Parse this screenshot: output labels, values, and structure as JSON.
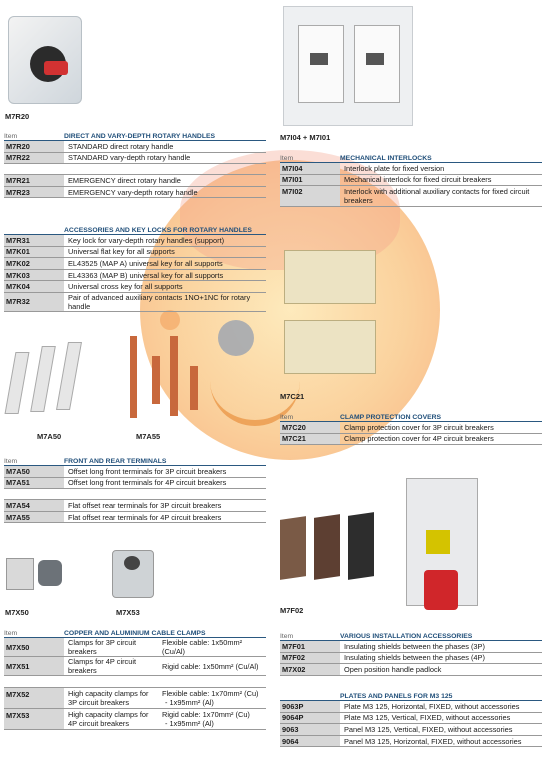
{
  "captions": {
    "m7r20": "M7R20",
    "m7i04": "M7I04 + M7I01",
    "m7a50": "M7A50",
    "m7a55": "M7A55",
    "m7c21": "M7C21",
    "m7x50": "M7X50",
    "m7x53": "M7X53",
    "m7f02": "M7F02"
  },
  "rotary": {
    "item_label": "Item",
    "title": "DIRECT AND VARY-DEPTH ROTARY HANDLES",
    "rows": [
      {
        "code": "M7R20",
        "desc": "STANDARD direct rotary handle"
      },
      {
        "code": "M7R22",
        "desc": "STANDARD vary-depth rotary handle"
      },
      {
        "code": "M7R21",
        "desc": "EMERGENCY direct rotary handle"
      },
      {
        "code": "M7R23",
        "desc": "EMERGENCY vary-depth rotary handle"
      }
    ]
  },
  "keys": {
    "title": "ACCESSORIES AND KEY LOCKS FOR ROTARY HANDLES",
    "rows": [
      {
        "code": "M7R31",
        "desc": "Key lock for vary-depth rotary handles (support)"
      },
      {
        "code": "M7K01",
        "desc": "Universal flat key for all supports"
      },
      {
        "code": "M7K02",
        "desc": "EL43525 (MAP A) universal key for all supports"
      },
      {
        "code": "M7K03",
        "desc": "EL43363 (MAP B) universal key for all supports"
      },
      {
        "code": "M7K04",
        "desc": "Universal cross key for all supports"
      },
      {
        "code": "M7R32",
        "desc": "Pair of advanced auxiliary contacts 1NO+1NC for rotary handle"
      }
    ]
  },
  "terminals": {
    "item_label": "Item",
    "title": "FRONT AND REAR TERMINALS",
    "rows": [
      {
        "code": "M7A50",
        "desc": "Offset long front terminals for 3P circuit breakers"
      },
      {
        "code": "M7A51",
        "desc": "Offset long front terminals for 4P circuit breakers"
      },
      {
        "code": "M7A54",
        "desc": "Flat offset rear terminals for 3P circuit breakers"
      },
      {
        "code": "M7A55",
        "desc": "Flat offset rear terminals for 4P circuit breakers"
      }
    ]
  },
  "clamps": {
    "item_label": "Item",
    "title": "COPPER AND ALUMINIUM CABLE CLAMPS",
    "rows": [
      {
        "code": "M7X50",
        "desc": "Clamps for 3P circuit breakers",
        "cable": "Flexible cable: 1x50mm² (Cu/Al)"
      },
      {
        "code": "M7X51",
        "desc": "Clamps for 4P circuit breakers",
        "cable": "Rigid cable: 1x50mm² (Cu/Al)"
      },
      {
        "code": "M7X52",
        "desc": "High capacity clamps for 3P circuit breakers",
        "cable": "Flexible cable: 1x70mm² (Cu)",
        "cable2": "- 1x95mm² (Al)"
      },
      {
        "code": "M7X53",
        "desc": "High capacity clamps for 4P circuit breakers",
        "cable": "Rigid cable: 1x70mm² (Cu)",
        "cable2": "- 1x95mm² (Al)"
      }
    ]
  },
  "interlocks": {
    "item_label": "Item",
    "title": "MECHANICAL INTERLOCKS",
    "rows": [
      {
        "code": "M7I04",
        "desc": "Interlock plate for fixed version"
      },
      {
        "code": "M7I01",
        "desc": "Mechanical interlock for fixed circuit breakers"
      },
      {
        "code": "M7I02",
        "desc": "Interlock with additional auxiliary contacts for fixed circuit breakers"
      }
    ]
  },
  "covers": {
    "item_label": "Item",
    "title": "CLAMP PROTECTION COVERS",
    "rows": [
      {
        "code": "M7C20",
        "desc": "Clamp protection cover for 3P circuit breakers"
      },
      {
        "code": "M7C21",
        "desc": "Clamp protection cover for 4P circuit breakers"
      }
    ]
  },
  "install": {
    "item_label": "Item",
    "title": "VARIOUS INSTALLATION ACCESSORIES",
    "rows": [
      {
        "code": "M7F01",
        "desc": "Insulating shields between the phases (3P)"
      },
      {
        "code": "M7F02",
        "desc": "Insulating shields between the phases (4P)"
      },
      {
        "code": "M7X02",
        "desc": "Open position handle padlock"
      }
    ]
  },
  "plates": {
    "title": "PLATES AND PANELS FOR M3 125",
    "rows": [
      {
        "code": "9063P",
        "desc": "Plate M3 125, Horizontal, FIXED, without accessories"
      },
      {
        "code": "9064P",
        "desc": "Plate M3 125, Vertical, FIXED, without accessories"
      },
      {
        "code": "9063",
        "desc": "Panel M3 125, Vertical, FIXED, without accessories"
      },
      {
        "code": "9064",
        "desc": "Panel M3 125, Horizontal, FIXED, without accessories"
      }
    ]
  },
  "colors": {
    "heading": "#1f4e79",
    "codeBg": "#d7d7d7",
    "watermark": "#f2a74a"
  }
}
